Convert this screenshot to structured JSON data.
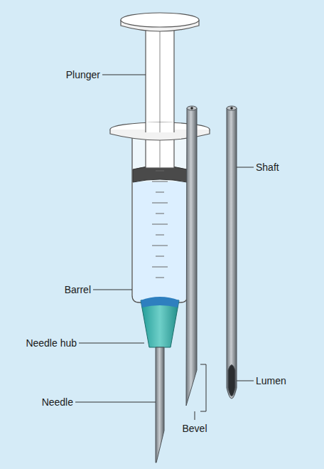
{
  "diagram": {
    "labels": [
      "Plunger",
      "Barrel",
      "Needle hub",
      "Needle",
      "Bevel",
      "Shaft",
      "Lumen"
    ]
  }
}
